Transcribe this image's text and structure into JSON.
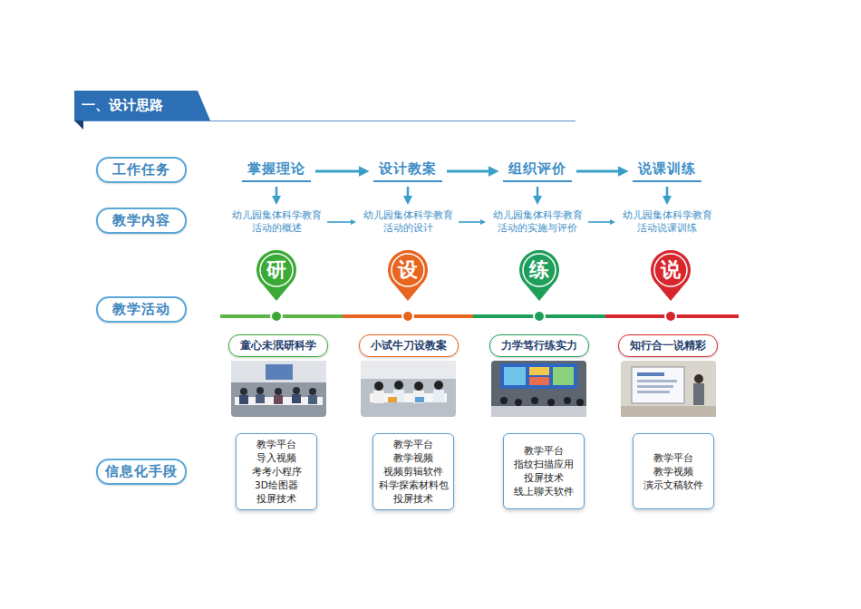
{
  "diagram": {
    "title": "一、设计思路",
    "nodes": [
      {
        "text": [
          "工作任务"
        ]
      },
      {
        "text": [
          "掌握理论"
        ]
      },
      {
        "text": [
          "设计教案"
        ]
      },
      {
        "text": [
          "组织评价"
        ]
      },
      {
        "text": [
          "说课训练"
        ]
      },
      {
        "text": [
          "教学内容"
        ]
      },
      {
        "text": [
          "幼儿园集体科学教育活动的概述"
        ]
      },
      {
        "text": [
          "幼儿园集体科学教育活动的设计"
        ]
      },
      {
        "text": [
          "幼儿园集体科学教育活动的实施与评价"
        ]
      },
      {
        "text": [
          "幼儿园集体科学教育活动说课训练"
        ]
      },
      {
        "text": [
          "教学活动"
        ]
      },
      {
        "text": [
          "研"
        ]
      },
      {
        "text": [
          "设"
        ]
      },
      {
        "text": [
          "练"
        ]
      },
      {
        "text": [
          "说"
        ]
      },
      {
        "text": [
          "童心未泯研科学"
        ]
      },
      {
        "text": [
          "小试牛刀设教案"
        ]
      },
      {
        "text": [
          "力学笃行练实力"
        ]
      },
      {
        "text": [
          "知行合一说精彩"
        ]
      },
      {
        "text": [
          "信息化手段"
        ]
      },
      {
        "text": [
          "教学平台",
          "导入视频",
          "考考小程序",
          "3D绘图器",
          "投屏技术"
        ]
      },
      {
        "text": [
          "教学平台",
          "教学视频",
          "视频剪辑软件",
          "科学探索材料包",
          "投屏技术"
        ]
      },
      {
        "text": [
          "教学平台",
          "指纹扫描应用",
          "投屏技术",
          "线上聊天软件"
        ]
      },
      {
        "text": [
          "教学平台",
          "教学视频",
          "演示文稿软件"
        ]
      }
    ],
    "edges": [
      {
        "from": 1,
        "to": 2,
        "arrow": "to"
      },
      {
        "from": 2,
        "to": 3,
        "arrow": "to"
      },
      {
        "from": 3,
        "to": 4,
        "arrow": "to"
      },
      {
        "from": 1,
        "to": 6,
        "arrow": "to"
      },
      {
        "from": 2,
        "to": 7,
        "arrow": "to"
      },
      {
        "from": 3,
        "to": 8,
        "arrow": "to"
      },
      {
        "from": 4,
        "to": 9,
        "arrow": "to"
      },
      {
        "from": 6,
        "to": 7,
        "arrow": "to"
      },
      {
        "from": 7,
        "to": 8,
        "arrow": "to"
      },
      {
        "from": 8,
        "to": 9,
        "arrow": "to"
      }
    ]
  }
}
